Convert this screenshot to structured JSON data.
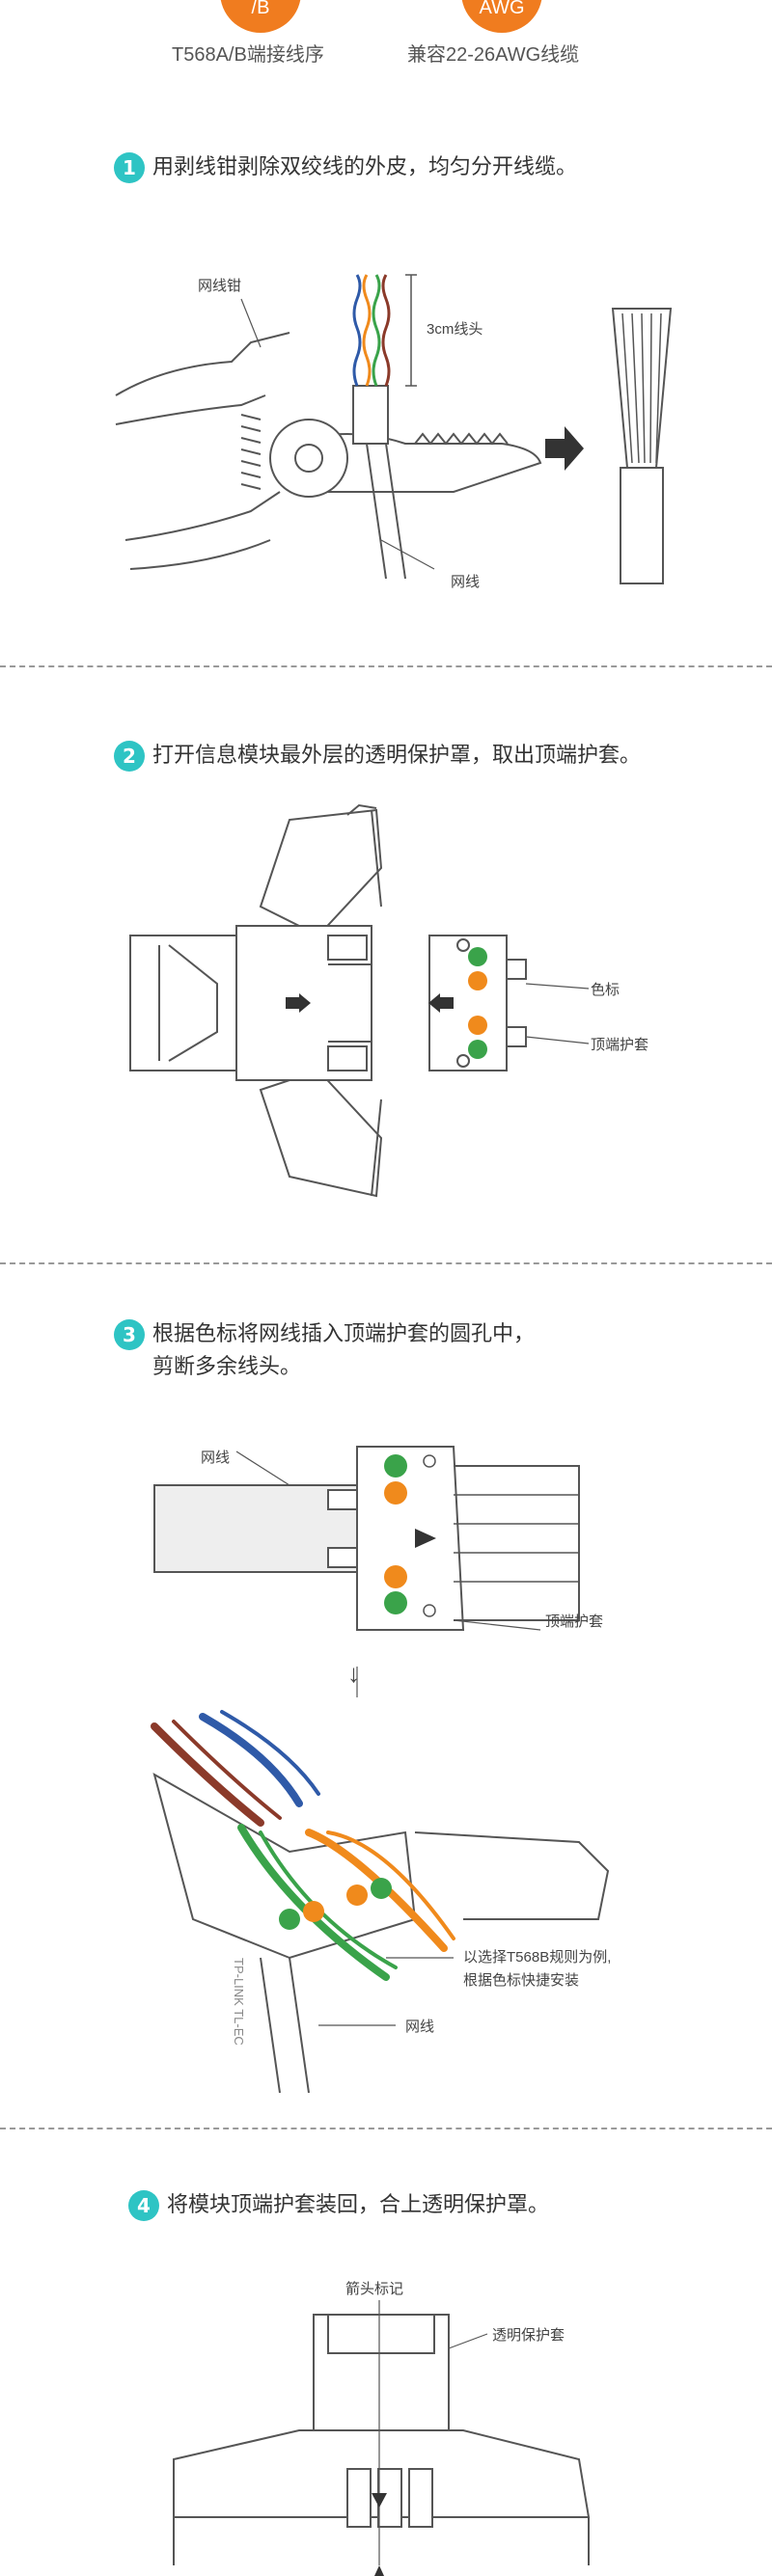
{
  "top": {
    "badge_left": "/B",
    "badge_right": "AWG",
    "caption_left": "T568A/B端接线序",
    "caption_right": "兼容22-26AWG线缆"
  },
  "steps": [
    {
      "num": "1",
      "text": "用剥线钳剥除双绞线的外皮，均匀分开线缆。"
    },
    {
      "num": "2",
      "text": "打开信息模块最外层的透明保护罩，取出顶端护套。"
    },
    {
      "num": "3",
      "text": "根据色标将网线插入顶端护套的圆孔中，",
      "text2": "剪断多余线头。"
    },
    {
      "num": "4",
      "text": "将模块顶端护套装回，合上透明保护罩。"
    }
  ],
  "labels": {
    "s1_pliers": "网线钳",
    "s1_length": "3cm线头",
    "s1_cable": "网线",
    "s2_color": "色标",
    "s2_cap": "顶端护套",
    "s3_cable": "网线",
    "s3_cap": "顶端护套",
    "s3_note1": "以选择T568B规则为例,",
    "s3_note2": "根据色标快捷安装",
    "s3_cable2": "网线",
    "s3_print": "TP-LINK TL-EC",
    "s4_arrow": "箭头标记",
    "s4_cover": "透明保护套"
  },
  "colors": {
    "accent": "#2ec4c4",
    "badge": "#f07c1f",
    "green": "#3aa34a",
    "orange": "#f08a1c",
    "blue": "#2f5aa8",
    "brown": "#8b3a2a"
  }
}
